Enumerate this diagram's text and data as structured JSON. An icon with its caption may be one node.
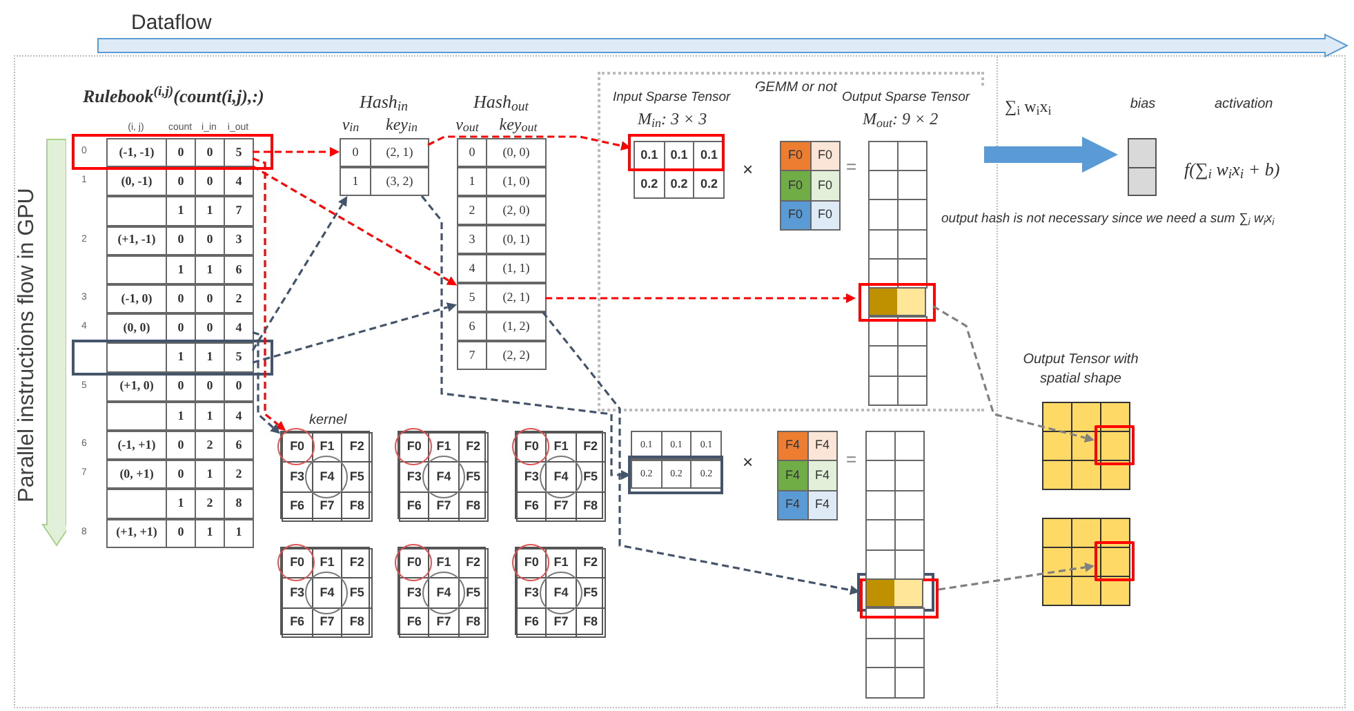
{
  "diagram": {
    "nodes": [
      {
        "text": [
          "Rulebook$^{(i,j)}$(count(i,j),:)",
          "(i, j)",
          "count",
          "i_in",
          "i_out"
        ]
      },
      {
        "text": [
          "(-1, -1)",
          "0",
          "0",
          "5"
        ],
        "in": 0,
        "beside": [
          "0"
        ]
      },
      {
        "text": [
          "(0, -1)",
          "0",
          "0",
          "4"
        ],
        "in": 0,
        "beside": [
          "1"
        ]
      },
      {
        "text": [
          "1",
          "1",
          "7"
        ],
        "in": 0
      },
      {
        "text": [
          "(+1, -1)",
          "0",
          "0",
          "3"
        ],
        "in": 0,
        "beside": [
          "2"
        ]
      },
      {
        "text": [
          "1",
          "1",
          "6"
        ],
        "in": 0
      },
      {
        "text": [
          "(-1, 0)",
          "0",
          "0",
          "2"
        ],
        "in": 0,
        "beside": [
          "3"
        ]
      },
      {
        "text": [
          "(0, 0)",
          "0",
          "0",
          "4"
        ],
        "in": 0,
        "beside": [
          "4"
        ]
      },
      {
        "text": [
          "1",
          "1",
          "5"
        ],
        "in": 0
      },
      {
        "text": [
          "(+1, 0)",
          "0",
          "0",
          "0"
        ],
        "in": 0,
        "beside": [
          "5"
        ]
      },
      {
        "text": [
          "1",
          "1",
          "4"
        ],
        "in": 0
      },
      {
        "text": [
          "(-1, +1)",
          "0",
          "2",
          "6"
        ],
        "in": 0,
        "beside": [
          "6"
        ]
      },
      {
        "text": [
          "(0, +1)",
          "0",
          "1",
          "2"
        ],
        "in": 0,
        "beside": [
          "7"
        ]
      },
      {
        "text": [
          "1",
          "2",
          "8"
        ],
        "in": 0
      },
      {
        "text": [
          "(+1, +1)",
          "0",
          "1",
          "1"
        ],
        "in": 0,
        "beside": [
          "8"
        ]
      },
      {
        "text": [
          "Hash$_{in}$",
          "v$_{in}$",
          "key$_{in}$"
        ]
      },
      {
        "text": [
          "0",
          "(2, 1)"
        ],
        "in": 15
      },
      {
        "text": [
          "1",
          "(3, 2)"
        ],
        "in": 15
      },
      {
        "text": [
          "Hash$_{out}$",
          "v$_{out}$",
          "key$_{out}$"
        ]
      },
      {
        "text": [
          "0",
          "(0, 0)"
        ],
        "in": 18
      },
      {
        "text": [
          "1",
          "(1, 0)"
        ],
        "in": 18
      },
      {
        "text": [
          "2",
          "(2, 0)"
        ],
        "in": 18
      },
      {
        "text": [
          "3",
          "(0, 1)"
        ],
        "in": 18
      },
      {
        "text": [
          "4",
          "(1, 1)"
        ],
        "in": 18
      },
      {
        "text": [
          "5",
          "(2, 1)"
        ],
        "in": 18
      },
      {
        "text": [
          "6",
          "(1, 2)"
        ],
        "in": 18
      },
      {
        "text": [
          "7",
          "(2, 2)"
        ],
        "in": 18
      },
      {
        "text": [
          "GEMM or not"
        ]
      },
      {
        "text": [
          "Input Sparse Tensor",
          "M$_{in}$: 3 × 3"
        ],
        "in": 27
      },
      {
        "text": [
          "0.1",
          "0.1",
          "0.1"
        ],
        "in": 28
      },
      {
        "text": [
          "0.2",
          "0.2",
          "0.2"
        ],
        "in": 28
      },
      {
        "text": [
          "F0",
          "F0",
          "F0",
          "F0",
          "F0",
          "F0"
        ],
        "in": 27
      },
      {
        "text": [
          "Output Sparse Tensor",
          "M$_{out}$: 9 × 2"
        ],
        "in": 27
      },
      {
        "text": [],
        "shape": "bar",
        "in": 32
      },
      {
        "text": [
          "0.1",
          "0.1",
          "0.1"
        ]
      },
      {
        "text": [
          "0.2",
          "0.2",
          "0.2"
        ]
      },
      {
        "text": [
          "F4",
          "F4",
          "F4",
          "F4",
          "F4",
          "F4"
        ]
      },
      {
        "text": [],
        "shape": "box"
      },
      {
        "text": [],
        "shape": "bar",
        "in": 37
      },
      {
        "text": [
          "F0",
          "F1",
          "F2",
          "F3",
          "F4",
          "F5",
          "F6",
          "F7",
          "F8"
        ],
        "beside": [
          "kernel"
        ]
      },
      {
        "text": [
          "F0",
          "F1",
          "F2",
          "F3",
          "F4",
          "F5",
          "F6",
          "F7",
          "F8"
        ]
      },
      {
        "text": [
          "F0",
          "F1",
          "F2",
          "F3",
          "F4",
          "F5",
          "F6",
          "F7",
          "F8"
        ]
      },
      {
        "text": [
          "F0",
          "F1",
          "F2",
          "F3",
          "F4",
          "F5",
          "F6",
          "F7",
          "F8"
        ]
      },
      {
        "text": [
          "F0",
          "F1",
          "F2",
          "F3",
          "F4",
          "F5",
          "F6",
          "F7",
          "F8"
        ]
      },
      {
        "text": [
          "F0",
          "F1",
          "F2",
          "F3",
          "F4",
          "F5",
          "F6",
          "F7",
          "F8"
        ]
      },
      {
        "text": [
          "bias"
        ]
      },
      {
        "text": [
          "Output Tensor with spatial shape"
        ]
      },
      {
        "text": [],
        "shape": "box",
        "in": 46
      },
      {
        "text": [],
        "shape": "box"
      },
      {
        "text": [],
        "shape": "box",
        "in": 48
      }
    ],
    "edges": [
      {
        "from": 1,
        "to": 16,
        "arrow": "to",
        "style": "dashed",
        "color": "#ff0000"
      },
      {
        "from": 1,
        "to": 24,
        "arrow": "to",
        "style": "dashed",
        "color": "#ff0000"
      },
      {
        "from": 1,
        "to": 39,
        "arrow": "to",
        "style": "dashed",
        "color": "#ff0000"
      },
      {
        "from": 8,
        "to": 17,
        "arrow": "to",
        "style": "dashed",
        "color": "#44546a"
      },
      {
        "from": 8,
        "to": 24,
        "arrow": "to",
        "style": "dashed",
        "color": "#44546a"
      },
      {
        "from": 7,
        "to": 39,
        "arrow": "to",
        "style": "dashed",
        "color": "#44546a"
      },
      {
        "from": 16,
        "to": 29,
        "arrow": "to",
        "style": "dashed",
        "color": "#ff0000"
      },
      {
        "from": 24,
        "to": 33,
        "arrow": "to",
        "style": "dashed",
        "color": "#ff0000"
      },
      {
        "from": 17,
        "to": 35,
        "arrow": "to",
        "style": "dashed",
        "color": "#44546a"
      },
      {
        "from": 24,
        "to": 38,
        "arrow": "to",
        "style": "dashed",
        "color": "#44546a"
      },
      {
        "from": 33,
        "to": 47,
        "arrow": "to",
        "style": "dashed",
        "color": "#808080"
      },
      {
        "from": 38,
        "to": 49,
        "arrow": "to",
        "style": "dashed",
        "color": "#808080"
      },
      {
        "from": 27,
        "to": 45,
        "arrow": "to",
        "style": "thick",
        "color": "#5b9bd5"
      }
    ],
    "labels": [
      "Dataflow",
      "Parallel instructions flow in GPU",
      "×",
      "=",
      "∑$_{i}$ w$_{i}$x$_{i}$",
      "activation",
      "f(∑$_{i}$ w$_{i}$x$_{i}$ + b)",
      "output hash is not necessary since we need a sum ∑$_{i}$ w$_{i}$x$_{i}$",
      "×",
      "="
    ]
  }
}
